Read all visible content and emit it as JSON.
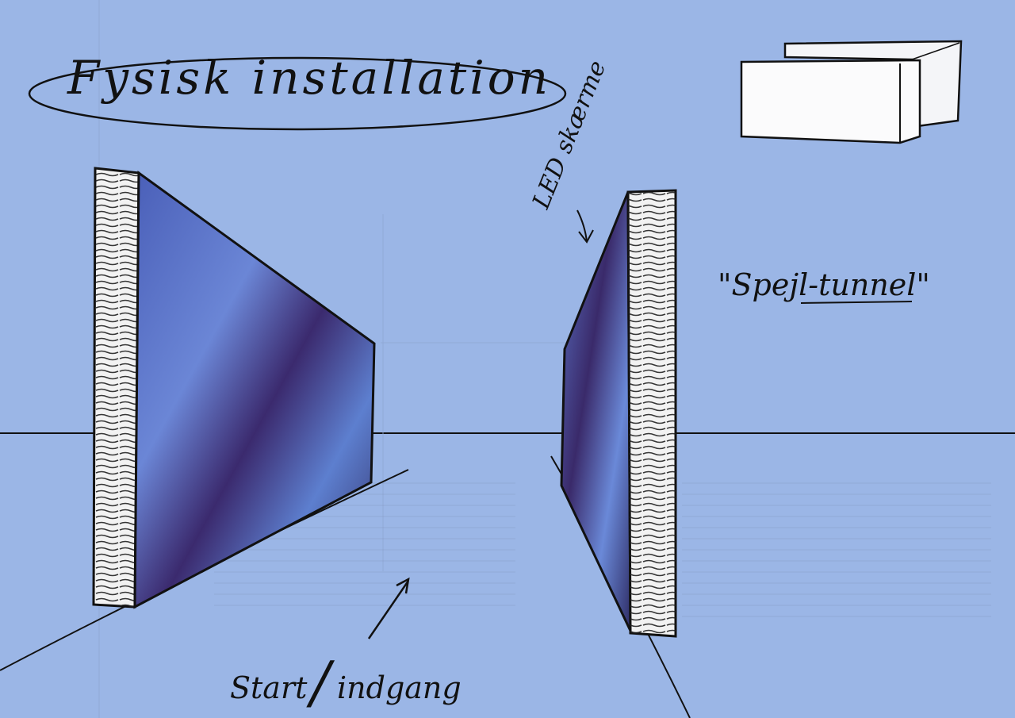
{
  "title": "Fysisk installation",
  "led_label": "LED skærme",
  "tunnel_label": "\"Spejl-tunnel\"",
  "entrance_label": {
    "start": "Start",
    "separator": "/",
    "entrance": "indgang"
  },
  "colors": {
    "background": "#9bb6e6",
    "screen_dark": "#3a2a6a",
    "screen_light": "#5f84d8",
    "frame": "#f2f2f2",
    "ink": "#111111"
  }
}
